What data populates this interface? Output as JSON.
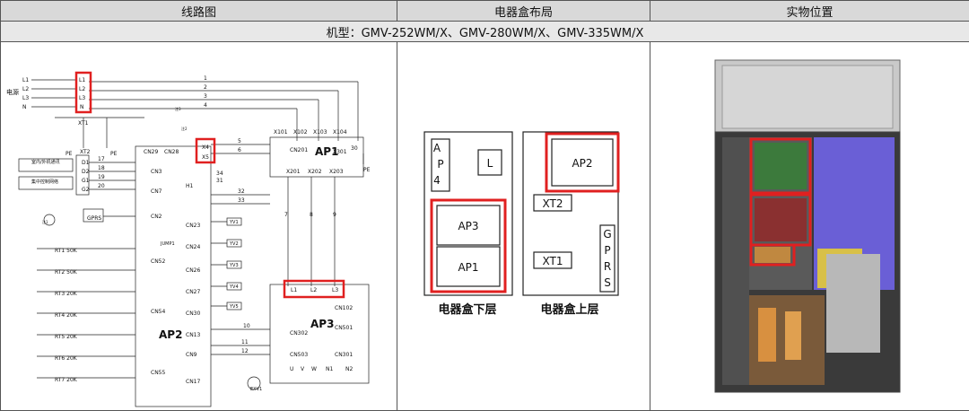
{
  "table": {
    "headers": [
      "线路图",
      "电器盒布局",
      "实物位置"
    ],
    "model_line": "机型：GMV-252WM/X、GMV-280WM/X、GMV-335WM/X"
  },
  "wiring": {
    "power_label": "电源",
    "lines": [
      "L1",
      "L2",
      "L3",
      "N"
    ],
    "terminals": [
      "L1",
      "L2",
      "L3",
      "N"
    ],
    "xt1": "XT1",
    "pe": "PE",
    "wire_numbers": [
      "1",
      "2",
      "3",
      "4",
      "5",
      "6",
      "7",
      "8",
      "9",
      "10",
      "11",
      "12",
      "17",
      "18",
      "19",
      "20",
      "30",
      "31",
      "32",
      "33",
      "34"
    ],
    "ap1": "AP1",
    "ap1_ports": [
      "X101",
      "X102",
      "X103",
      "X104",
      "CN201",
      "X301",
      "X201",
      "X202",
      "X203"
    ],
    "ap2": "AP2",
    "ap3": "AP3",
    "ap3_inputs": [
      "L1",
      "L2",
      "L3"
    ],
    "ap3_ports": [
      "CN102",
      "CN501",
      "CN302",
      "CN503",
      "CN301"
    ],
    "ap3_outputs": [
      "U",
      "V",
      "W",
      "N1",
      "N2"
    ],
    "x45": [
      "X4",
      "X5"
    ],
    "h1": "H1",
    "xt2": "XT2",
    "indoor_comm": "室内/外机通讯",
    "central_ctrl": "集中控制网络",
    "xt2_terms": [
      "D1",
      "D2",
      "G1",
      "G2"
    ],
    "gprs": "GPRS",
    "ap2_ports": [
      "CN29",
      "CN28",
      "CN3",
      "CN7",
      "CN2",
      "CN23",
      "CN24",
      "CN26",
      "CN27",
      "CN30",
      "CN52",
      "CN54",
      "CN13",
      "CN9",
      "CN55",
      "CN17"
    ],
    "sensors": [
      "RT1 50K",
      "RT2 50K",
      "RT3 20K",
      "RT4 20K",
      "RT5 20K",
      "RT6 20K",
      "RT7 20K"
    ],
    "valves": [
      "YV1",
      "YV2",
      "YV3",
      "YV4",
      "YV5"
    ],
    "jump": "JUMP1",
    "exv": "EXV1",
    "marks": [
      "注1",
      "注2",
      "注3"
    ]
  },
  "layout_boxes": {
    "lower": {
      "title": "电器盒下层",
      "ap4": [
        "A",
        "P",
        "4"
      ],
      "l": "L",
      "ap3": "AP3",
      "ap1": "AP1"
    },
    "upper": {
      "title": "电器盒上层",
      "ap2": "AP2",
      "xt2": "XT2",
      "xt1": "XT1",
      "gprs": [
        "G",
        "P",
        "R",
        "S"
      ]
    }
  },
  "colors": {
    "highlight": "#e02020",
    "header_bg": "#d9d9d9"
  }
}
